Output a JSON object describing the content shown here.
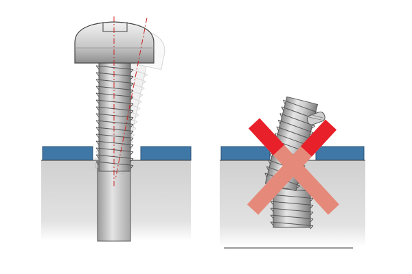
{
  "diagram": {
    "panels": [
      {
        "id": "left",
        "state": "correct",
        "description_visible": false
      },
      {
        "id": "right",
        "state": "incorrect",
        "marker": "cross"
      }
    ],
    "colors": {
      "plate": "#3f77a6",
      "plate_edge": "#2a5176",
      "block": "#dcdcdc",
      "screw_metal": "#bdbdbd",
      "screw_outline": "#555555",
      "centerline": "#cc2222",
      "cross_top": "#e8202a",
      "cross_bottom": "#e58a7a"
    },
    "icons": [
      "pan-head-screw-icon",
      "tilted-screw-ghost-icon",
      "cross-mark-icon"
    ]
  }
}
